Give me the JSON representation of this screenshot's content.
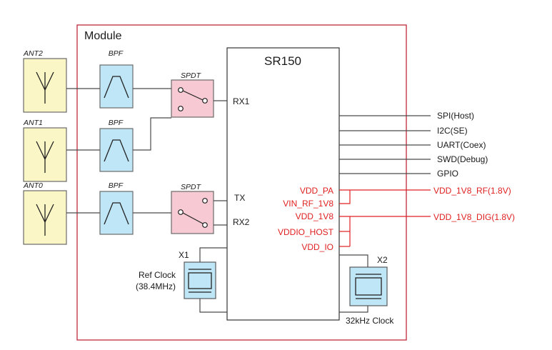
{
  "module": {
    "label": "Module"
  },
  "chip": {
    "name": "SR150",
    "rf_pins": {
      "rx1": "RX1",
      "tx": "TX",
      "rx2": "RX2"
    },
    "interfaces": [
      "SPI(Host)",
      "I2C(SE)",
      "UART(Coex)",
      "SWD(Debug)",
      "GPIO"
    ],
    "power_pins": [
      "VDD_PA",
      "VIN_RF_1V8",
      "VDD_1V8",
      "VDDIO_HOST",
      "VDD_IO"
    ]
  },
  "rails": {
    "rf": "VDD_1V8_RF(1.8V)",
    "dig": "VDD_1V8_DIG(1.8V)"
  },
  "antennas": [
    "ANT2",
    "ANT1",
    "ANT0"
  ],
  "filters": [
    "BPF",
    "BPF",
    "BPF"
  ],
  "switches": [
    "SPDT",
    "SPDT"
  ],
  "clocks": {
    "x1": {
      "id": "X1",
      "label_line1": "Ref Clock",
      "label_line2": "(38.4MHz)"
    },
    "x2": {
      "id": "X2",
      "label": "32kHz Clock"
    }
  },
  "colors": {
    "module_border": "#c0283c",
    "power": "#e02020",
    "antenna_fill": "#fbf6c5",
    "filter_fill": "#bfe6f6",
    "switch_fill": "#f7c9d3",
    "crystal_fill": "#bfe6f6"
  }
}
